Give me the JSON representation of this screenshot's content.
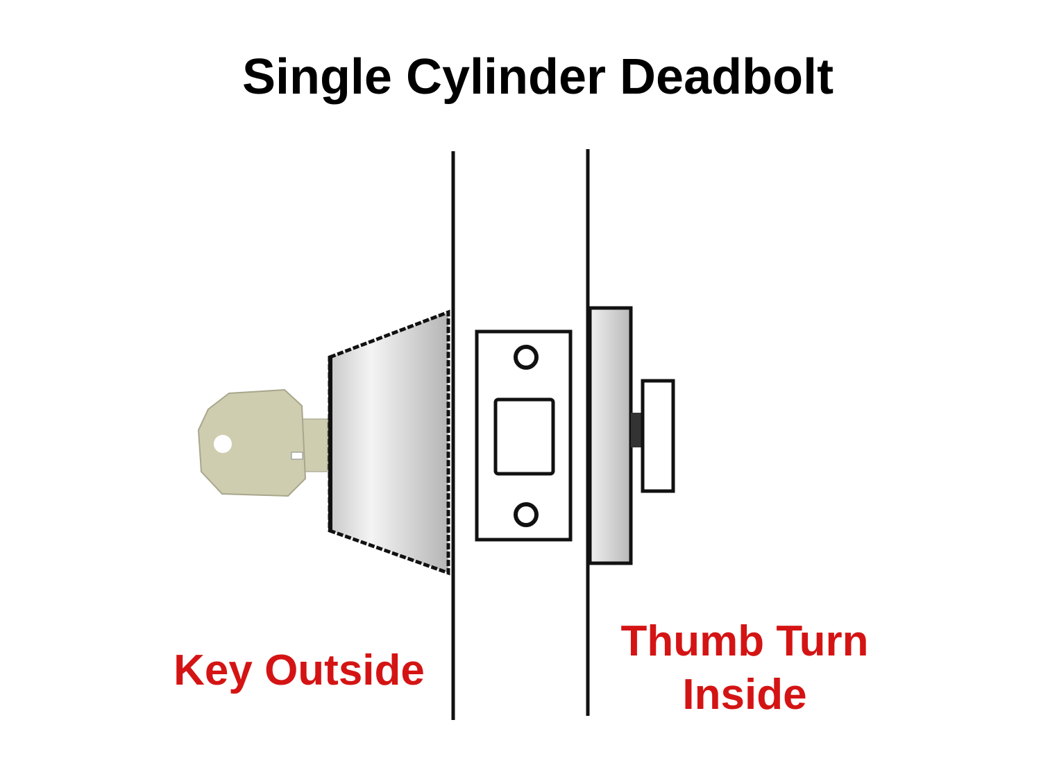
{
  "title": "Single Cylinder Deadbolt",
  "labels": {
    "outside": "Key Outside",
    "inside_line1": "Thumb Turn",
    "inside_line2": "Inside"
  },
  "colors": {
    "label": "#d41414",
    "outline": "#111111",
    "key": "#cfcdb0"
  }
}
